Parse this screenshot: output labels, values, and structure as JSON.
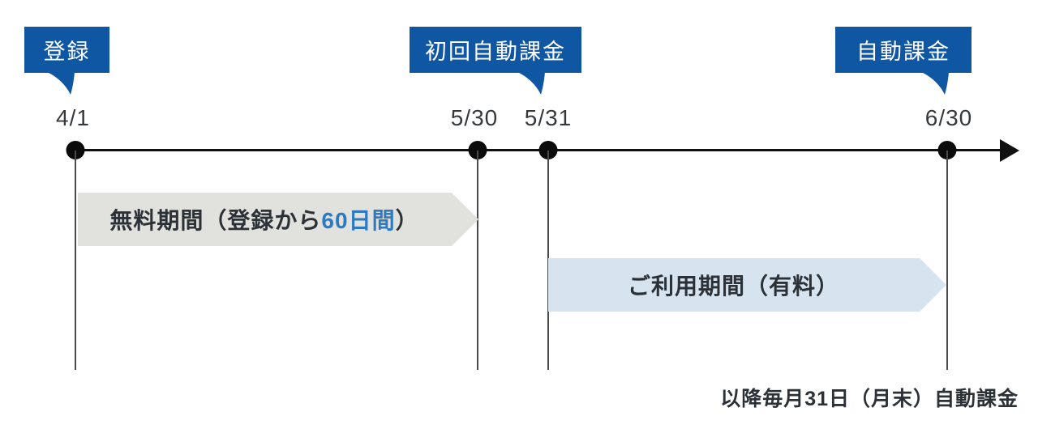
{
  "colors": {
    "bubble_blue": "#0F57A3",
    "accent_blue": "#2E7AC0",
    "gray_band": "#E1E1DD",
    "light_blue_band": "#D7E4F0",
    "dark_text": "#2B3137"
  },
  "bubbles": [
    {
      "id": "registration",
      "label": "登録"
    },
    {
      "id": "first-auto-billing",
      "label": "初回自動課金"
    },
    {
      "id": "auto-billing",
      "label": "自動課金"
    }
  ],
  "dates": [
    "4/1",
    "5/30",
    "5/31",
    "6/30"
  ],
  "bands": [
    {
      "id": "free-period",
      "prefix": "無料期間（登録から",
      "highlight": "60日間",
      "suffix": "）"
    },
    {
      "id": "paid-period",
      "label": "ご利用期間（有料）"
    }
  ],
  "footnote": "以降毎月31日（月末）自動課金"
}
